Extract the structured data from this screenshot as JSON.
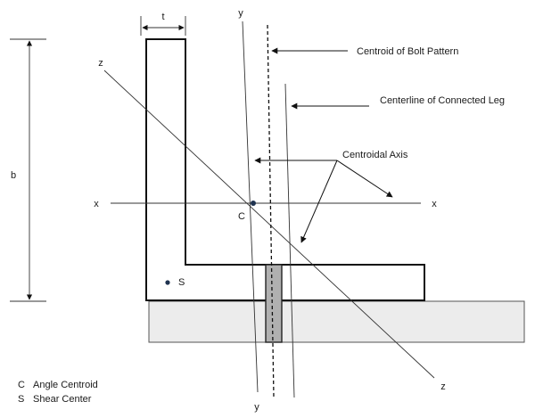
{
  "dimensions": {
    "t": "t",
    "b": "b"
  },
  "axes": {
    "x_left": "x",
    "x_right": "x",
    "y_top": "y",
    "y_bottom": "y",
    "z_top": "z",
    "z_bottom": "z"
  },
  "points": {
    "centroid": "C",
    "shear_center": "S"
  },
  "callouts": {
    "bolt_pattern": "Centroid of Bolt Pattern",
    "connected_leg": "Centerline of Connected Leg",
    "centroidal_axis": "Centroidal Axis"
  },
  "legend": [
    {
      "symbol": "C",
      "text": "Angle Centroid"
    },
    {
      "symbol": "S",
      "text": "Shear Center"
    }
  ],
  "colors": {
    "line": "#333333",
    "support_fill": "#ececec",
    "bolt_fill": "#b0b0b0",
    "centroid_dot": "#1f3350"
  }
}
